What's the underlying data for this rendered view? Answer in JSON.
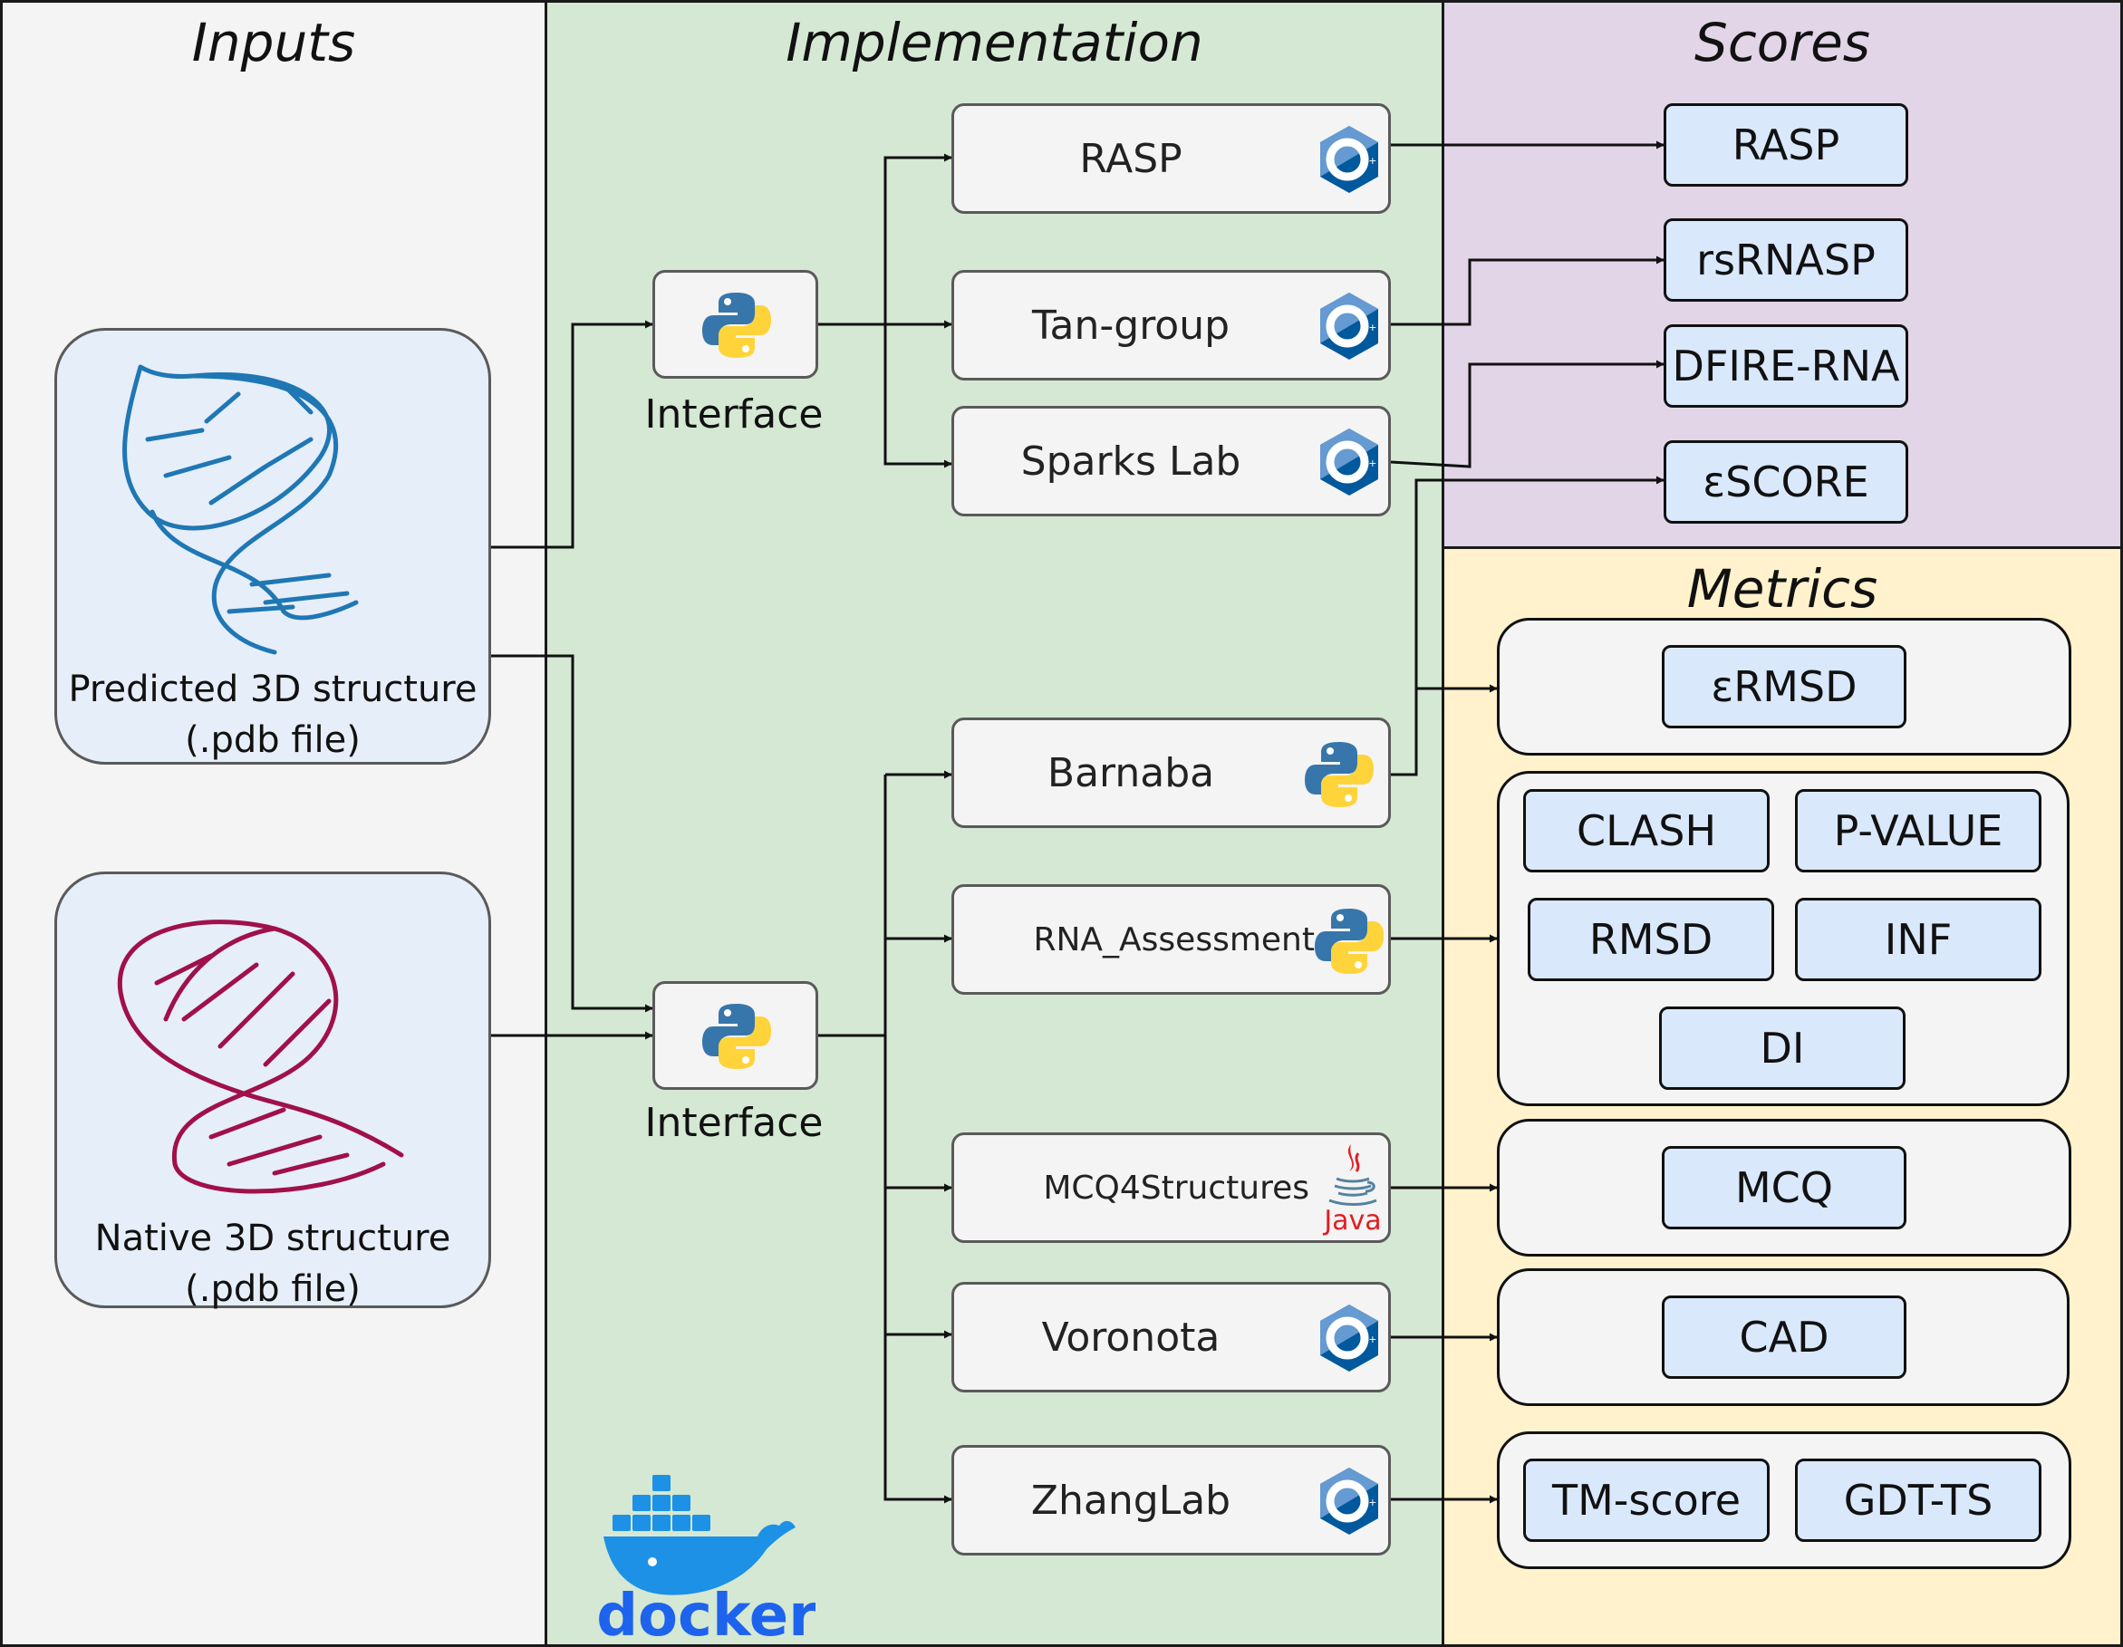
{
  "columns": {
    "inputs": "Inputs",
    "implementation": "Implementation",
    "scores": "Scores",
    "metrics": "Metrics"
  },
  "inputs": {
    "predicted": {
      "line1": "Predicted 3D structure",
      "line2": "(.pdb file)"
    },
    "native": {
      "line1": "Native 3D structure",
      "line2": "(.pdb file)"
    }
  },
  "interface_label": "Interface",
  "tools": {
    "rasp": "RASP",
    "tan": "Tan-group",
    "sparks": "Sparks Lab",
    "barnaba": "Barnaba",
    "rna_assessment": "RNA_Assessment",
    "mcq4": "MCQ4Structures",
    "voronota": "Voronota",
    "zhanglab": "ZhangLab"
  },
  "java_label": "Java",
  "docker_label": "docker",
  "scores": [
    "RASP",
    "rsRNASP",
    "DFIRE-RNA",
    "εSCORE"
  ],
  "metrics": {
    "ermsd": "εRMSD",
    "clash": "CLASH",
    "pvalue": "P-VALUE",
    "rmsd": "RMSD",
    "inf": "INF",
    "di": "DI",
    "mcq": "MCQ",
    "cad": "CAD",
    "tmscore": "TM-score",
    "gdtts": "GDT-TS"
  },
  "colors": {
    "inputs_bg": "#f4f4f4",
    "implementation_bg": "#d5e8d4",
    "scores_bg": "#e1d5e7",
    "metrics_bg": "#fff2cc",
    "score_box": "#dae8fc",
    "predicted_rna": "#1f77b4",
    "native_rna": "#a0104a",
    "cpp_blue": "#00599c",
    "python_blue": "#3776ab",
    "python_yellow": "#ffd43b",
    "docker_blue": "#1d91e6",
    "java_red": "#e11f21"
  }
}
